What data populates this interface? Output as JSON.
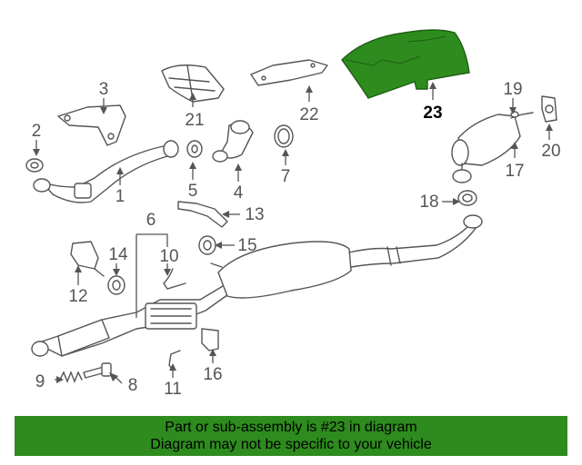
{
  "highlight_color": "#2e8b1e",
  "callouts": [
    {
      "id": "1",
      "label": "1"
    },
    {
      "id": "2",
      "label": "2"
    },
    {
      "id": "3",
      "label": "3"
    },
    {
      "id": "4",
      "label": "4"
    },
    {
      "id": "5",
      "label": "5"
    },
    {
      "id": "6",
      "label": "6"
    },
    {
      "id": "7",
      "label": "7"
    },
    {
      "id": "8",
      "label": "8"
    },
    {
      "id": "9",
      "label": "9"
    },
    {
      "id": "10",
      "label": "10"
    },
    {
      "id": "11",
      "label": "11"
    },
    {
      "id": "12",
      "label": "12"
    },
    {
      "id": "13",
      "label": "13"
    },
    {
      "id": "14",
      "label": "14"
    },
    {
      "id": "15",
      "label": "15"
    },
    {
      "id": "16",
      "label": "16"
    },
    {
      "id": "17",
      "label": "17"
    },
    {
      "id": "18",
      "label": "18"
    },
    {
      "id": "19",
      "label": "19"
    },
    {
      "id": "20",
      "label": "20"
    },
    {
      "id": "21",
      "label": "21"
    },
    {
      "id": "22",
      "label": "22"
    },
    {
      "id": "23",
      "label": "23",
      "highlighted": true
    }
  ],
  "banner": {
    "line1": "Part or sub-assembly is #23 in diagram",
    "line2": "Diagram may not be specific to your vehicle"
  }
}
